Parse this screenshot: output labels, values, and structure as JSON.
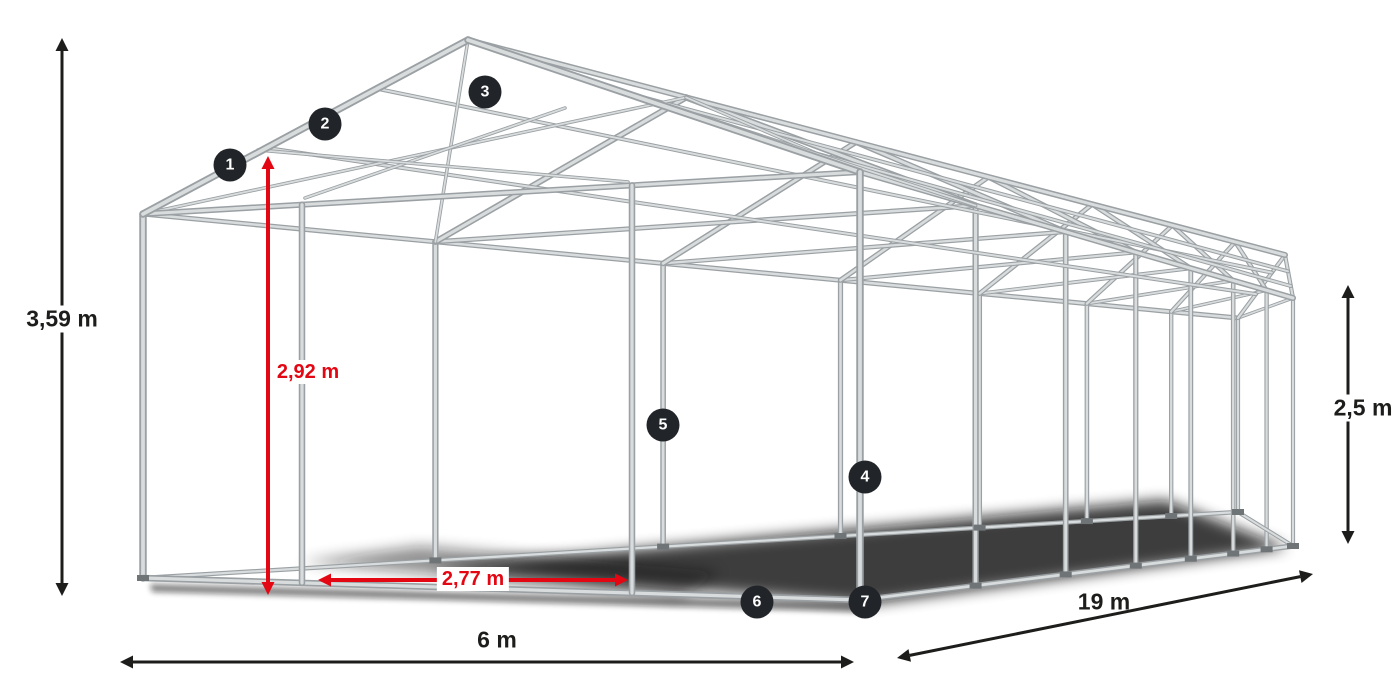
{
  "diagram": {
    "dimensions": {
      "total_height": "3,59 m",
      "inner_height": "2,92 m",
      "side_height": "2,5 m",
      "bay_width": "2,77 m",
      "width": "6 m",
      "length": "19 m"
    },
    "markers": [
      "1",
      "2",
      "3",
      "4",
      "5",
      "6",
      "7"
    ],
    "colors": {
      "dimension_black": "#1d1d1b",
      "dimension_red": "#e30613",
      "marker_background": "#212529",
      "tube_gray": "#c9cccd"
    }
  }
}
